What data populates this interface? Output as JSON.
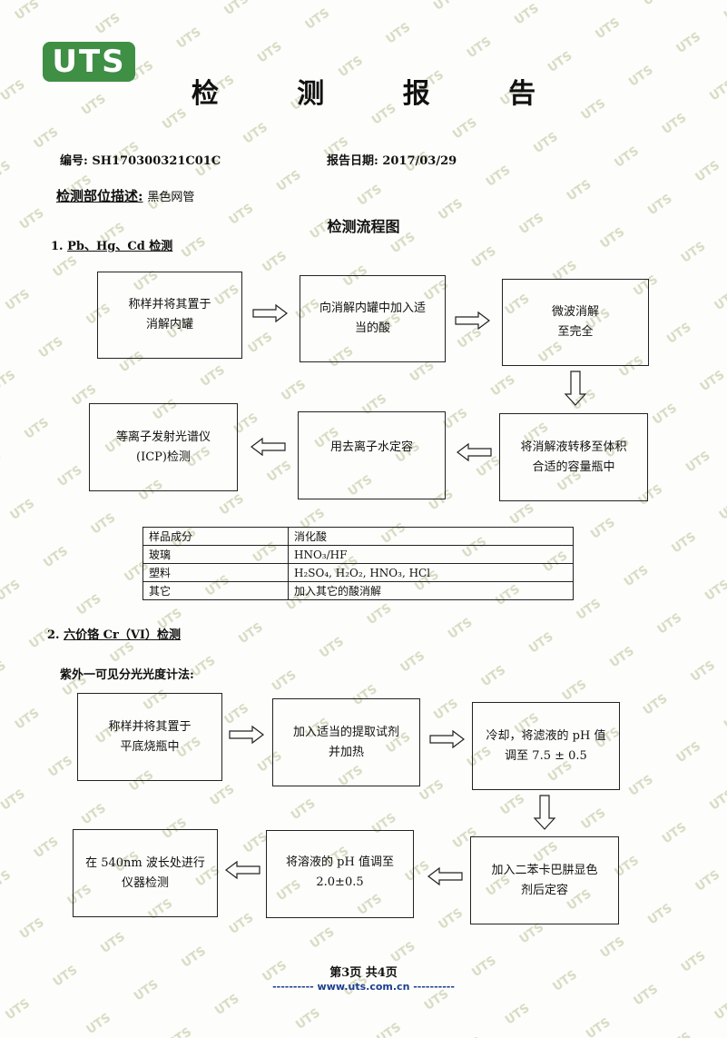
{
  "logo": "UTS",
  "title": "检 测 报 告",
  "number_label": "编号: SH170300321C01C",
  "date_label": "报告日期: 2017/03/29",
  "part_label": "检测部位描述:",
  "part_value": "黑色网管",
  "flow_title": "检测流程图",
  "section1": {
    "heading_num": "1.",
    "heading": "Pb、Hg、Cd 检测",
    "steps": [
      [
        "称样并将其置于",
        "消解内罐"
      ],
      [
        "向消解内罐中加入适",
        "当的酸"
      ],
      [
        "微波消解",
        "至完全"
      ],
      [
        "将消解液转移至体积",
        "合适的容量瓶中"
      ],
      [
        "用去离子水定容"
      ],
      [
        "等离子发射光谱仪",
        "(ICP)检测"
      ]
    ],
    "table": {
      "headers": [
        "样品成分",
        "消化酸"
      ],
      "rows": [
        [
          "玻璃",
          "HNO₃/HF"
        ],
        [
          "塑料",
          "H₂SO₄, H₂O₂, HNO₃, HCl"
        ],
        [
          "其它",
          "加入其它的酸消解"
        ]
      ]
    }
  },
  "section2": {
    "heading_num": "2.",
    "heading": "六价铬 Cr（VI）检测",
    "method": "紫外一可见分光光度计法:",
    "steps": [
      [
        "称样并将其置于",
        "平底烧瓶中"
      ],
      [
        "加入适当的提取试剂",
        "并加热"
      ],
      [
        "冷却，将滤液的 pH 值",
        "调至 7.5 ± 0.5"
      ],
      [
        "加入二苯卡巴肼显色",
        "剂后定容"
      ],
      [
        "将溶液的 pH 值调至",
        "2.0±0.5"
      ],
      [
        "在 540nm 波长处进行",
        "仪器检测"
      ]
    ]
  },
  "footer": {
    "page": "第3页  共4页",
    "url": "---------- www.uts.com.cn ----------"
  },
  "colors": {
    "logo_green": "#3f8f45",
    "watermark": "#cfd8b8",
    "url_blue": "#1a3f8f"
  }
}
